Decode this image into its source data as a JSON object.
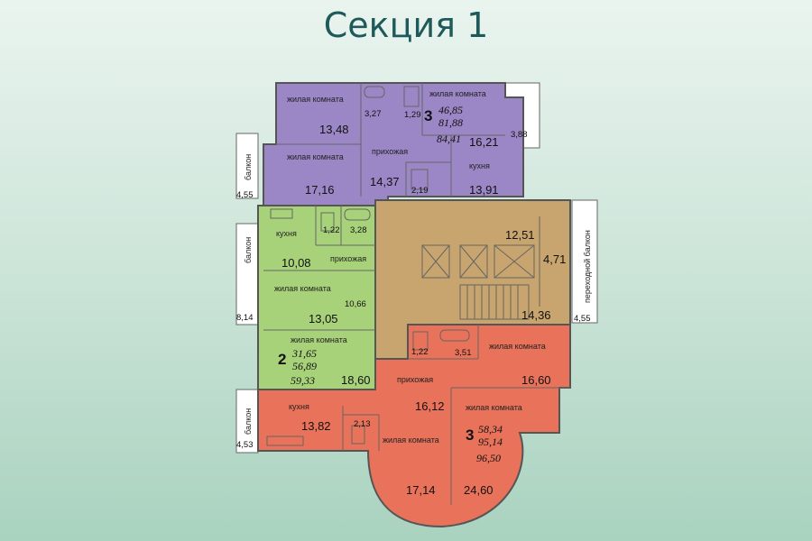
{
  "title": "Секция 1",
  "colors": {
    "purple": "#9b86c6",
    "green": "#a8d27a",
    "brown": "#c8a46e",
    "red": "#e8725a",
    "balcony": "#ffffff"
  },
  "labels": {
    "living_room": "жилая комната",
    "hallway": "прихожая",
    "kitchen": "кухня",
    "balcony": "балкон",
    "transit_balcony": "переходной балкон"
  },
  "apt_purple": {
    "rooms": "3",
    "area_1": "46,85",
    "area_2": "81,88",
    "area_3": "84,41",
    "room_a": "13,48",
    "room_b": "16,21",
    "room_c": "17,16",
    "hall": "14,37",
    "kitchen": "13,91",
    "bath": "3,27",
    "wc": "1,29",
    "wc2": "2,19",
    "balcony": "3,88",
    "left_balcony": "4,55"
  },
  "apt_green": {
    "rooms": "2",
    "area_1": "31,65",
    "area_2": "56,89",
    "area_3": "59,33",
    "kitchen": "10,08",
    "bath": "3,28",
    "wc": "1,22",
    "hall": "10,66",
    "room_a": "13,05",
    "room_b": "18,60",
    "left_balcony": "8,14"
  },
  "core": {
    "area_a": "12,51",
    "area_b": "4,71",
    "area_c": "14,36",
    "right_balcony": "4,55"
  },
  "apt_red": {
    "rooms": "3",
    "area_1": "58,34",
    "area_2": "95,14",
    "area_3": "96,50",
    "wc": "1,22",
    "bath": "3,51",
    "room_a": "16,60",
    "hall": "16,12",
    "kitchen": "13,82",
    "wc2": "2,13",
    "room_b": "17,14",
    "room_c": "24,60",
    "left_balcony": "4,53"
  }
}
